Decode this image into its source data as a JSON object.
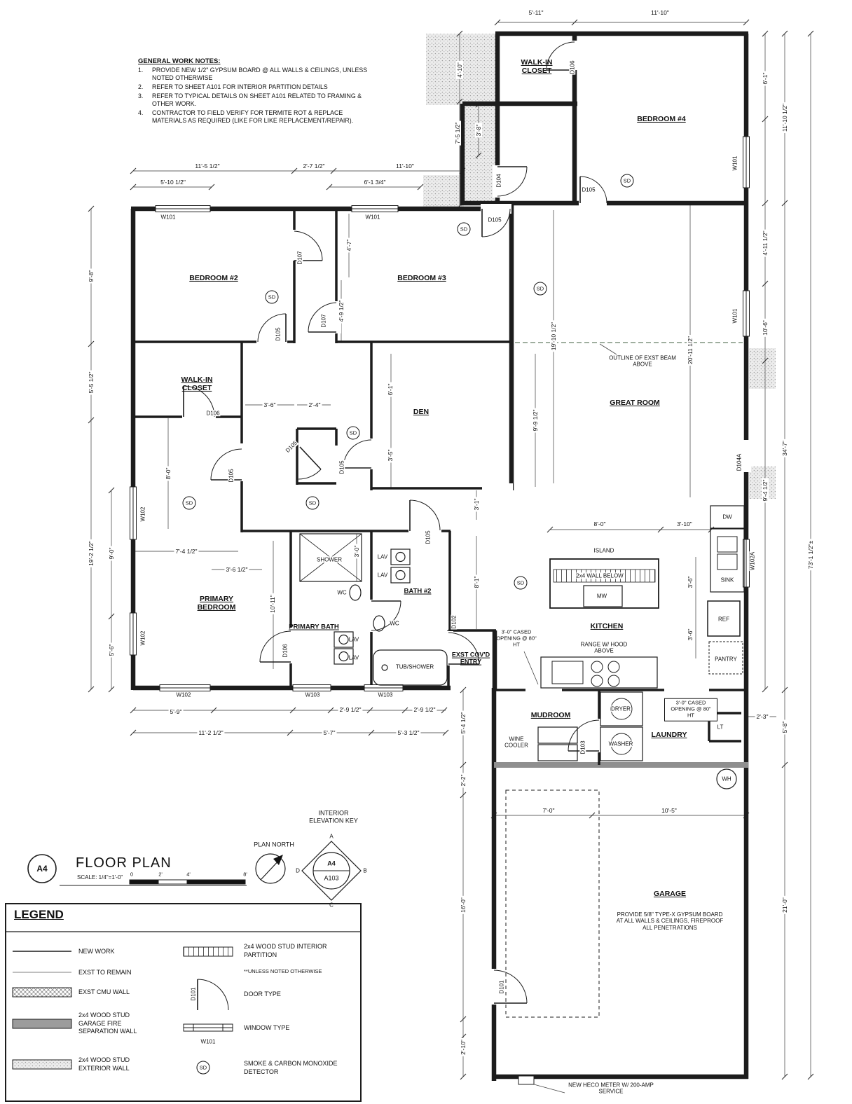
{
  "notes": {
    "title": "GENERAL WORK NOTES:",
    "items": [
      {
        "n": "1.",
        "t": "PROVIDE NEW 1/2\" GYPSUM BOARD @ ALL WALLS & CEILINGS, UNLESS NOTED OTHERWISE"
      },
      {
        "n": "2.",
        "t": "REFER TO SHEET A101 FOR INTERIOR PARTITION DETAILS"
      },
      {
        "n": "3.",
        "t": "REFER TO TYPICAL DETAILS ON SHEET A101 RELATED TO FRAMING & OTHER WORK."
      },
      {
        "n": "4.",
        "t": "CONTRACTOR TO FIELD VERIFY FOR TERMITE ROT & REPLACE MATERIALS AS REQUIRED (LIKE FOR LIKE REPLACEMENT/REPAIR)."
      }
    ]
  },
  "rooms": {
    "walkin_top": "WALK-IN CLOSET",
    "bed4": "BEDROOM #4",
    "bed2": "BEDROOM #2",
    "bed3": "BEDROOM #3",
    "den": "DEN",
    "great": "GREAT ROOM",
    "walkin": "WALK-IN CLOSET",
    "pbed": "PRIMARY BEDROOM",
    "pbath": "PRIMARY BATH",
    "bath2": "BATH #2",
    "entry": "EXST COV'D ENTRY",
    "kitchen": "KITCHEN",
    "mudroom": "MUDROOM",
    "laundry": "LAUNDRY",
    "garage": "GARAGE"
  },
  "fixtures": {
    "shower": "SHOWER",
    "lav": "LAV",
    "wc": "WC",
    "tub": "TUB/SHOWER",
    "island": "ISLAND",
    "wall_below": "2x4 WALL BELOW",
    "mw": "MW",
    "sink": "SINK",
    "dw": "DW",
    "ref": "REF",
    "pantry": "PANTRY",
    "range": "RANGE W/ HOOD ABOVE",
    "wine": "WINE COOLER",
    "dryer": "DRYER",
    "washer": "WASHER",
    "wh": "WH",
    "lt": "LT"
  },
  "tags": {
    "w101": "W101",
    "w102": "W102",
    "w102a": "W102A",
    "w103": "W103",
    "d101": "D101",
    "d102": "D102",
    "d103": "D103",
    "d104": "D104",
    "d104a": "D104A",
    "d105": "D105",
    "d106": "D106",
    "d107": "D107",
    "sd": "SD"
  },
  "dims": {
    "top": [
      "5'-11\"",
      "11'-10\""
    ],
    "upper": [
      "11'-5 1/2\"",
      "2'-7 1/2\"",
      "11'-10\"",
      "5'-10 1/2\"",
      "6'-1 3/4\"",
      "4'-10\"",
      "7'-5 1/2\"",
      "3'-8\""
    ],
    "left": [
      "9'-8\"",
      "5'-5 1/2\"",
      "19'-2 1/2\"",
      "9'-0\"",
      "5'-6\""
    ],
    "right": [
      "6'-1\"",
      "11'-10 1/2\"",
      "4'-11 1/2\"",
      "10'-6\"",
      "34'-7\"",
      "9'-4 1/2\"",
      "73'-1 1/2\"±",
      "5'-8\"",
      "21'-0\"",
      "2'-3\""
    ],
    "inner": [
      "4'-7\"",
      "4'-9 1/2\"",
      "19'-10 1/2\"",
      "20'-11 1/2\"",
      "9'-9 1/2\"",
      "6'-1\"",
      "3'-5\"",
      "3'-6\"",
      "2'-4\"",
      "8'-0\"",
      "3'-1\"",
      "7'-4 1/2\"",
      "3'-6 1/2\"",
      "10'-11\"",
      "3'-0\"",
      "8'-1\"",
      "8'-0\"",
      "3'-10\"",
      "3'-6\"",
      "3'-6\""
    ],
    "bottom": [
      "5'-9\"",
      "2'-9 1/2\"",
      "2'-9 1/2\"",
      "11'-2 1/2\"",
      "5'-7\"",
      "5'-3 1/2\"",
      "5'-4 1/2\"",
      "2'-2\"",
      "16'-0\"",
      "2'-10\"",
      "7'-0\"",
      "10'-5\""
    ]
  },
  "ann": {
    "beam": "OUTLINE OF EXST BEAM ABOVE",
    "cased": "3'-0\" CASED OPENING @ 80\" HT",
    "garage_note": "PROVIDE 5/8\" TYPE-X GYPSUM BOARD AT ALL WALLS & CEILINGS, FIREPROOF ALL PENETRATIONS",
    "heco": "NEW HECO METER W/ 200-AMP SERVICE"
  },
  "title": {
    "tag": "A4",
    "name": "FLOOR PLAN",
    "scale": "SCALE: 1/4\"=1'-0\"",
    "ticks": [
      "0",
      "2'",
      "4'",
      "8'"
    ],
    "north": "PLAN NORTH"
  },
  "elev": {
    "title": "INTERIOR ELEVATION KEY",
    "a": "A",
    "b": "B",
    "c": "C",
    "d": "D",
    "top": "A4",
    "bottom": "A103"
  },
  "legend": {
    "title": "LEGEND",
    "new_work": "NEW WORK",
    "exst": "EXST TO REMAIN",
    "cmu": "EXST CMU WALL",
    "garage_fire": "2x4 WOOD STUD GARAGE FIRE SEPARATION WALL",
    "exterior": "2x4 WOOD STUD EXTERIOR WALL",
    "partition": "2x4 WOOD STUD INTERIOR PARTITION",
    "partition_sub": "**UNLESS NOTED OTHERWISE",
    "door": "DOOR TYPE",
    "door_tag": "D101",
    "window": "WINDOW TYPE",
    "window_tag": "W101",
    "sd_label": "SMOKE & CARBON MONOXIDE DETECTOR"
  }
}
